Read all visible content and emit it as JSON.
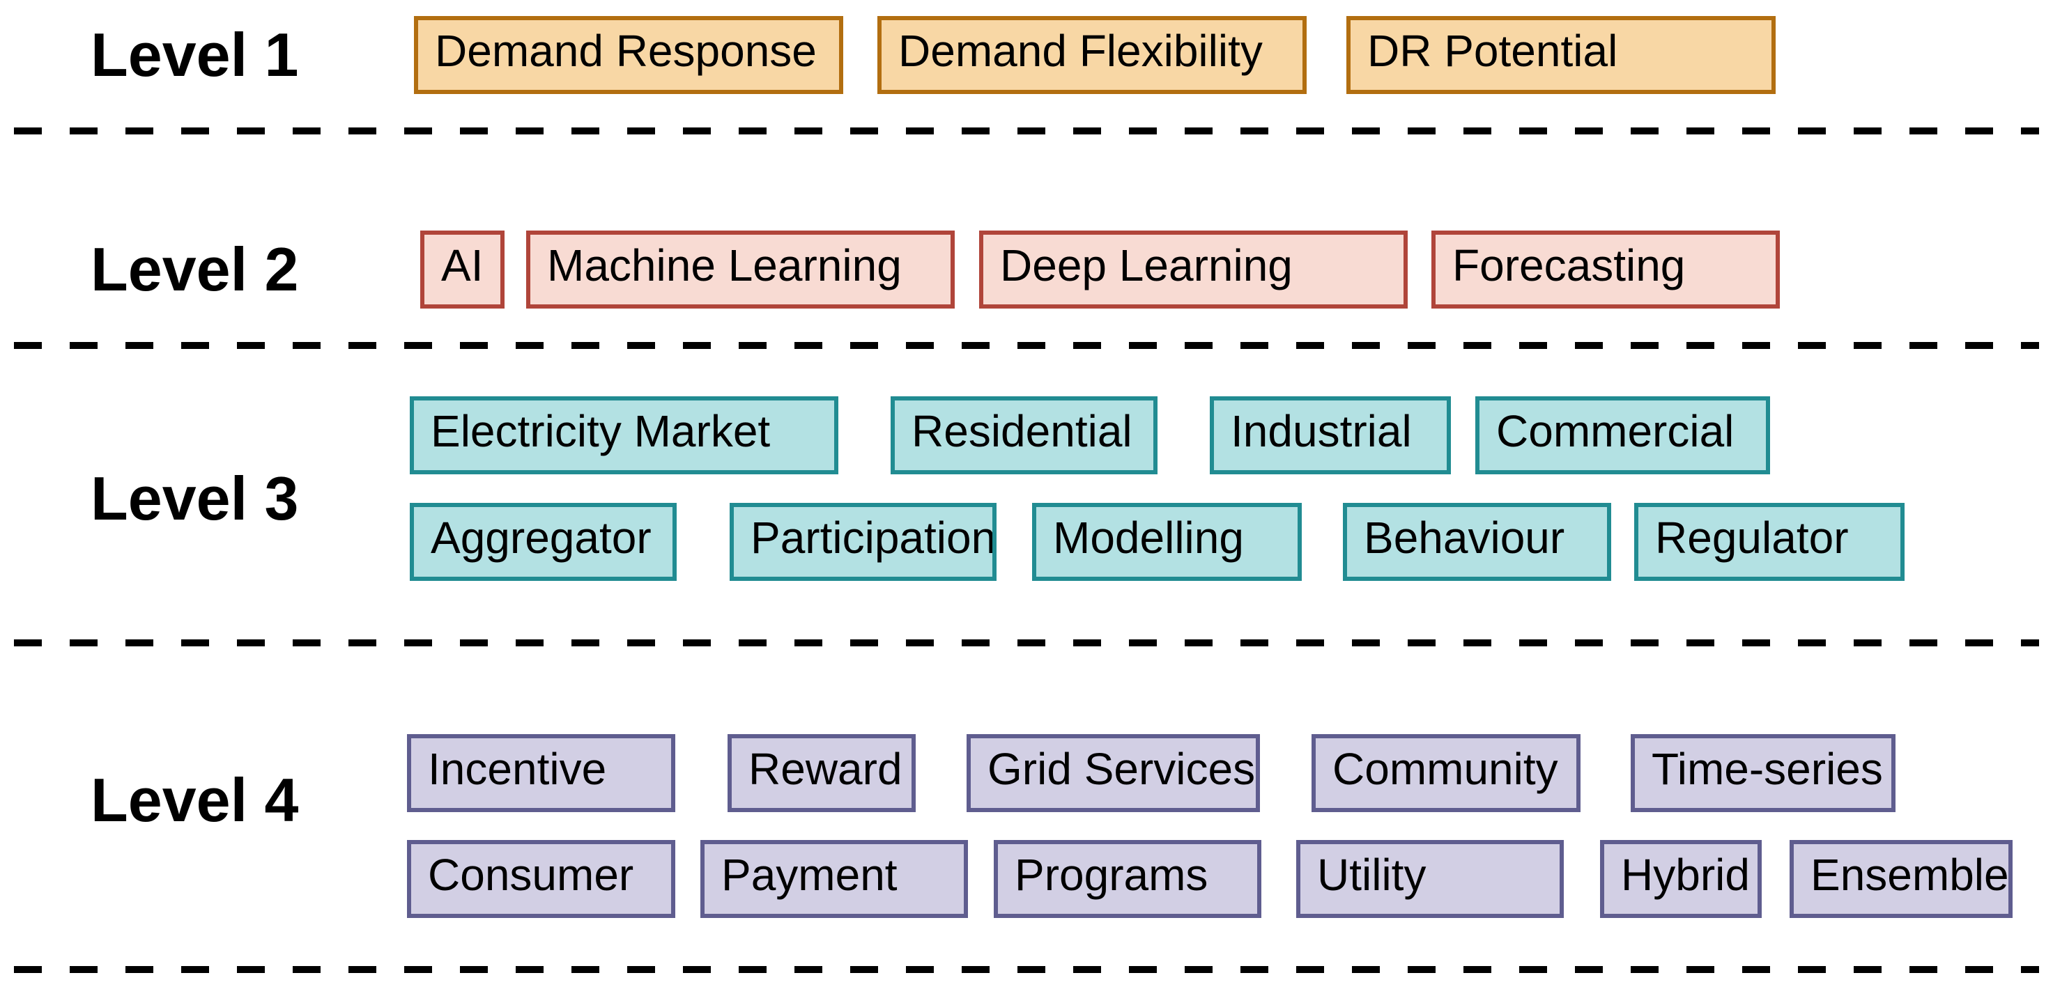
{
  "diagram": {
    "description": "Keyword levels diagram",
    "separator_color": "#000000"
  },
  "levels": [
    {
      "label": "Level 1",
      "fill": "#F8D7A5",
      "border": "#B26E10",
      "boxes": [
        "Demand Response",
        "Demand Flexibility",
        "DR Potential"
      ]
    },
    {
      "label": "Level 2",
      "fill": "#F8DBD3",
      "border": "#B0453A",
      "boxes": [
        "AI",
        "Machine Learning",
        "Deep Learning",
        "Forecasting"
      ]
    },
    {
      "label": "Level 3",
      "fill": "#B3E1E3",
      "border": "#218C92",
      "boxes": [
        "Electricity Market",
        "Residential",
        "Industrial",
        "Commercial",
        "Aggregator",
        "Participation",
        "Modelling",
        "Behaviour",
        "Regulator"
      ]
    },
    {
      "label": "Level 4",
      "fill": "#D2CFE4",
      "border": "#5F5D8F",
      "boxes": [
        "Incentive",
        "Reward",
        "Grid Services",
        "Community",
        "Time-series",
        "Consumer",
        "Payment",
        "Programs",
        "Utility",
        "Hybrid",
        "Ensemble"
      ]
    }
  ]
}
